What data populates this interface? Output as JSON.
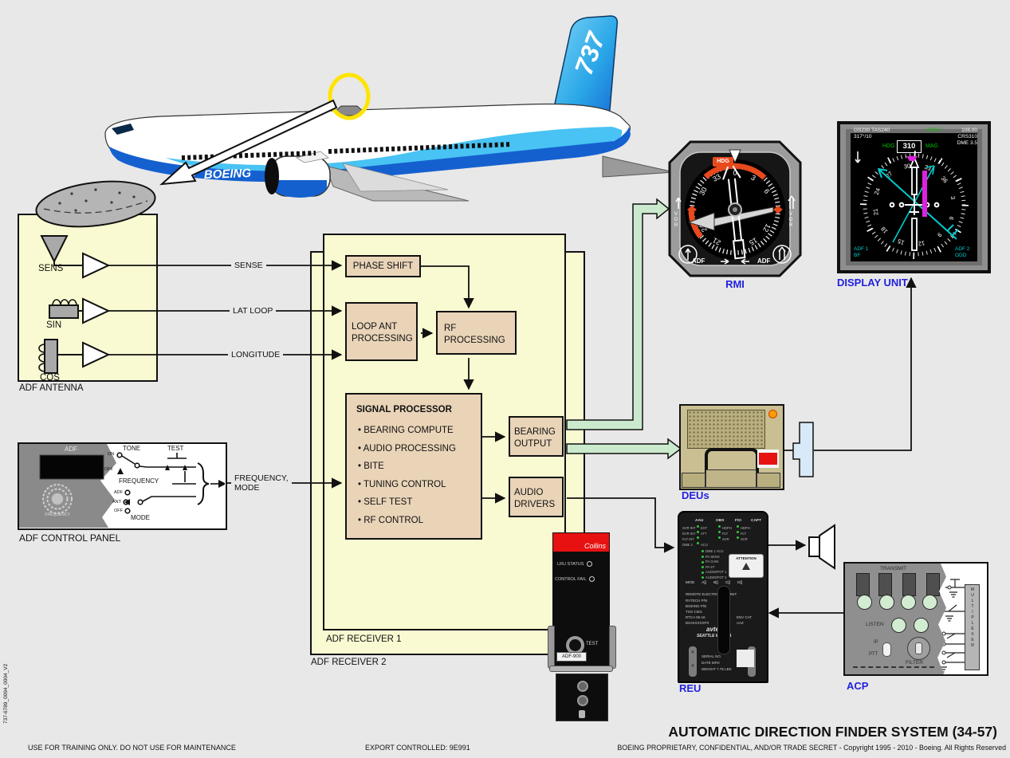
{
  "page": {
    "background": "#e8e8e8"
  },
  "footer": {
    "doc_id": "737-6789_0094_0004_V2",
    "training_note": "USE FOR TRAINING ONLY. DO NOT USE FOR MAINTENANCE",
    "export_note": "EXPORT CONTROLLED: 9E991",
    "title": "AUTOMATIC DIRECTION FINDER SYSTEM (34-57)",
    "copyright": "BOEING PROPRIETARY, CONFIDENTIAL, AND/OR TRADE SECRET - Copyright 1995 - 2010 - Boeing. All Rights Reserved"
  },
  "airplane": {
    "brand": "BOEING",
    "model": "737"
  },
  "antenna": {
    "label": "ADF ANTENNA",
    "sens": "SENS",
    "sin": "SIN",
    "cos": "COS"
  },
  "wires": {
    "sense": "SENSE",
    "lat_loop": "LAT LOOP",
    "longitude": "LONGITUDE",
    "freq_line1": "FREQUENCY,",
    "freq_line2": "MODE"
  },
  "control_panel": {
    "label": "ADF CONTROL PANEL",
    "title": "ADF",
    "knob_label": "FREQUENCY",
    "tone_label": "TONE",
    "test_label": "TEST",
    "on_label": "ON",
    "off_label": "OFF",
    "frequency_label": "FREQUENCY",
    "mode_label": "MODE",
    "adf_label": "ADF",
    "ant_label": "ANT",
    "off2_label": "OFF"
  },
  "receiver": {
    "label_1": "ADF RECEIVER 1",
    "label_2": "ADF RECEIVER 2",
    "phase_shift": "PHASE SHIFT",
    "loop_ant": "LOOP ANT PROCESSING",
    "rf": "RF PROCESSING",
    "sp_title": "SIGNAL PROCESSOR",
    "sp_items": [
      "BEARING COMPUTE",
      "AUDIO PROCESSING",
      "BITE",
      "TUNING CONTROL",
      "SELF TEST",
      "RF CONTROL"
    ],
    "bearing_output": "BEARING OUTPUT",
    "audio_drivers": "AUDIO DRIVERS"
  },
  "collins_unit": {
    "brand": "Collins",
    "lru_status": "LRU STATUS",
    "control_fail": "CONTROL FAIL",
    "test": "TEST",
    "model": "ADF-900"
  },
  "rmi": {
    "label": "RMI",
    "hdg": "HDG",
    "vor_left": "VOR",
    "vor_right": "VOR",
    "adf_left": "ADF",
    "adf_right": "ADF",
    "card_numbers": [
      "0",
      "3",
      "6",
      "12",
      "15",
      "21",
      "24",
      "30",
      "33"
    ]
  },
  "display_unit": {
    "label": "DISPLAY UNIT",
    "gs": "GS230",
    "tas": "TAS240",
    "wind": "317°/10",
    "nav_source": "VOR 1",
    "frequency": "108.00",
    "course": "CRS310",
    "dme": "DME 3.5",
    "hdg_label": "HDG",
    "heading": "310",
    "mag": "MAG",
    "adf1_label": "ADF 1",
    "adf1_mode": "BF",
    "adf2_label": "ADF 2",
    "adf2_mode": "ODD",
    "rose_numbers": [
      "30",
      "33",
      "36",
      "3",
      "6",
      "9",
      "12",
      "15",
      "18",
      "21",
      "24",
      "27"
    ]
  },
  "deus": {
    "label": "DEUs"
  },
  "reu": {
    "label": "REU",
    "col_headers": [
      "AAU",
      "OBS",
      "F/O",
      "CAPT"
    ],
    "grid_rows": [
      {
        "l": "SVR INT",
        "m": "EXT",
        "f": "HDPH",
        "c": "HDPH"
      },
      {
        "l": "EVR INT",
        "m": "ATT",
        "f": "FLT",
        "c": "FLT"
      },
      {
        "l": "FLT INT",
        "m": "",
        "f": "SVR",
        "c": "SVR"
      },
      {
        "l": "DME 2",
        "m": "ACU",
        "f": "",
        "c": ""
      }
    ],
    "list_items": [
      "DME 1 ACU",
      "PA SENS",
      "PA GAIN",
      "PA ST",
      "AUDIO/POT 1",
      "AUDIO/POT 2"
    ],
    "attention": "ATTENTION",
    "mod_items": [
      "MOD",
      "A[]",
      "B[]",
      "C[]",
      "D[]"
    ],
    "unit_name": "REMOTE ELECTRONICS UNIT",
    "pn_line1": "RVTECH P/N",
    "pn_line2": "BOEING P/N",
    "tso": "TSO C50c",
    "rtca": "RTCA 06-16",
    "env_cat": "ENV CAT",
    "part_no": "B2AKXXXXPX",
    "cat_code": "AAZ",
    "logo": "avtech",
    "logo_sub": "SEATTLE WA USA",
    "serial": "SERIAL NO.",
    "date_mfd": "DATE MFD",
    "weight": "WEIGHT 7.75 LBS"
  },
  "acp": {
    "label": "ACP",
    "transmit": "TRANSMIT",
    "listen": "LISTEN",
    "ip": "IP",
    "ptt": "PTT",
    "filter": "FILTER",
    "multiplexer": "MULTIPLEXER"
  }
}
